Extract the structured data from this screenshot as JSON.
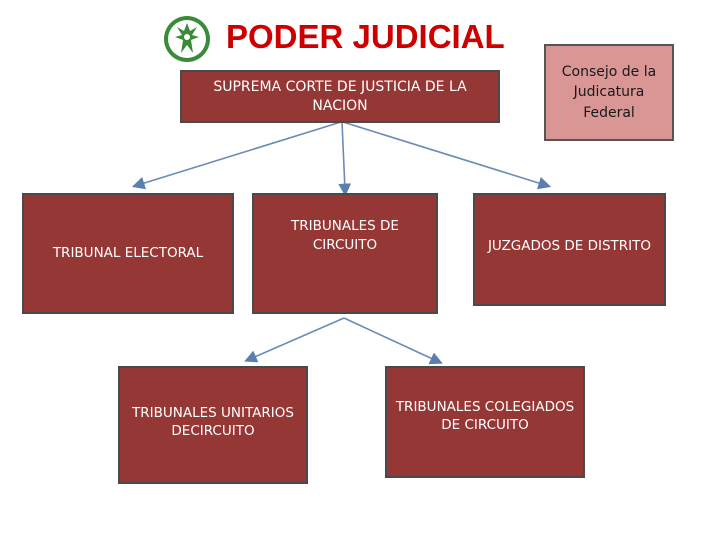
{
  "header": {
    "title": "PODER JUDICIAL",
    "logo_icon": "judicial-emblem-icon"
  },
  "nodes": {
    "suprema_corte": "SUPREMA CORTE DE JUSTICIA DE LA NACION",
    "consejo": "Consejo de la Judicatura Federal",
    "tribunal_electoral": "TRIBUNAL ELECTORAL",
    "tribunales_circuito": "TRIBUNALES DE CIRCUITO",
    "juzgados_distrito": "JUZGADOS DE DISTRITO",
    "tribunales_unitarios": "TRIBUNALES UNITARIOS DECIRCUITO",
    "tribunales_colegiados": "TRIBUNALES COLEGIADOS DE CIRCUITO"
  },
  "colors": {
    "title": "#cc0000",
    "box_dark": "#953735",
    "box_light": "#d99694",
    "connector": "#6a8bb5"
  }
}
